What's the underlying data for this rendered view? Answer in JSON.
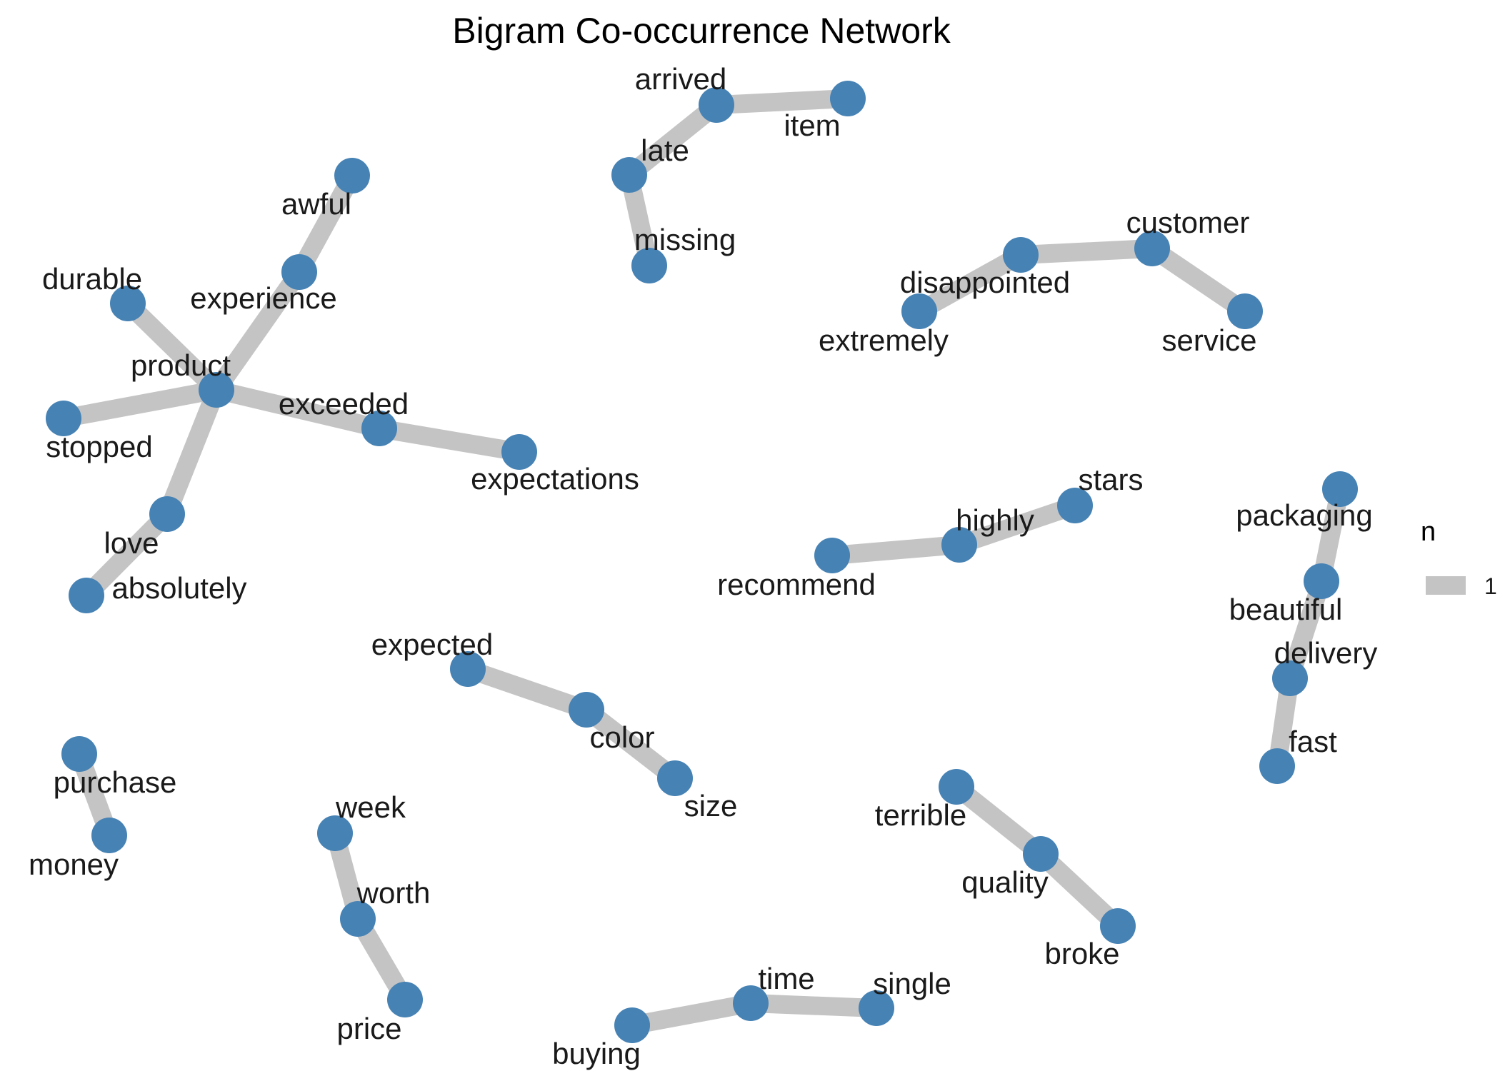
{
  "title": "Bigram Co-occurrence Network",
  "colors": {
    "node": "#4682B4",
    "edge": "#C4C4C4",
    "text": "#1a1a1a"
  },
  "legend": {
    "title": "n",
    "items": [
      {
        "label": "1"
      }
    ]
  },
  "nodes": [
    {
      "id": "arrived",
      "label": "arrived"
    },
    {
      "id": "item",
      "label": "item"
    },
    {
      "id": "late",
      "label": "late"
    },
    {
      "id": "missing",
      "label": "missing"
    },
    {
      "id": "awful",
      "label": "awful"
    },
    {
      "id": "experience",
      "label": "experience"
    },
    {
      "id": "durable",
      "label": "durable"
    },
    {
      "id": "product",
      "label": "product"
    },
    {
      "id": "stopped",
      "label": "stopped"
    },
    {
      "id": "exceeded",
      "label": "exceeded"
    },
    {
      "id": "expectations",
      "label": "expectations"
    },
    {
      "id": "love",
      "label": "love"
    },
    {
      "id": "absolutely",
      "label": "absolutely"
    },
    {
      "id": "customer",
      "label": "customer"
    },
    {
      "id": "disappointed",
      "label": "disappointed"
    },
    {
      "id": "extremely",
      "label": "extremely"
    },
    {
      "id": "service",
      "label": "service"
    },
    {
      "id": "stars",
      "label": "stars"
    },
    {
      "id": "highly",
      "label": "highly"
    },
    {
      "id": "recommend",
      "label": "recommend"
    },
    {
      "id": "packaging",
      "label": "packaging"
    },
    {
      "id": "beautiful",
      "label": "beautiful"
    },
    {
      "id": "delivery",
      "label": "delivery"
    },
    {
      "id": "fast",
      "label": "fast"
    },
    {
      "id": "expected",
      "label": "expected"
    },
    {
      "id": "color",
      "label": "color"
    },
    {
      "id": "size",
      "label": "size"
    },
    {
      "id": "purchase",
      "label": "purchase"
    },
    {
      "id": "money",
      "label": "money"
    },
    {
      "id": "week",
      "label": "week"
    },
    {
      "id": "worth",
      "label": "worth"
    },
    {
      "id": "price",
      "label": "price"
    },
    {
      "id": "terrible",
      "label": "terrible"
    },
    {
      "id": "quality",
      "label": "quality"
    },
    {
      "id": "broke",
      "label": "broke"
    },
    {
      "id": "buying",
      "label": "buying"
    },
    {
      "id": "time",
      "label": "time"
    },
    {
      "id": "single",
      "label": "single"
    }
  ],
  "edges": [
    {
      "from": "late",
      "to": "arrived",
      "n": 1
    },
    {
      "from": "arrived",
      "to": "item",
      "n": 1
    },
    {
      "from": "missing",
      "to": "late",
      "n": 1
    },
    {
      "from": "awful",
      "to": "experience",
      "n": 1
    },
    {
      "from": "experience",
      "to": "product",
      "n": 1
    },
    {
      "from": "durable",
      "to": "product",
      "n": 1
    },
    {
      "from": "product",
      "to": "stopped",
      "n": 1
    },
    {
      "from": "product",
      "to": "exceeded",
      "n": 1
    },
    {
      "from": "exceeded",
      "to": "expectations",
      "n": 1
    },
    {
      "from": "love",
      "to": "product",
      "n": 1
    },
    {
      "from": "absolutely",
      "to": "love",
      "n": 1
    },
    {
      "from": "extremely",
      "to": "disappointed",
      "n": 1
    },
    {
      "from": "disappointed",
      "to": "customer",
      "n": 1
    },
    {
      "from": "customer",
      "to": "service",
      "n": 1
    },
    {
      "from": "recommend",
      "to": "highly",
      "n": 1
    },
    {
      "from": "highly",
      "to": "stars",
      "n": 1
    },
    {
      "from": "packaging",
      "to": "beautiful",
      "n": 1
    },
    {
      "from": "beautiful",
      "to": "delivery",
      "n": 1
    },
    {
      "from": "delivery",
      "to": "fast",
      "n": 1
    },
    {
      "from": "expected",
      "to": "color",
      "n": 1
    },
    {
      "from": "color",
      "to": "size",
      "n": 1
    },
    {
      "from": "purchase",
      "to": "money",
      "n": 1
    },
    {
      "from": "week",
      "to": "worth",
      "n": 1
    },
    {
      "from": "worth",
      "to": "price",
      "n": 1
    },
    {
      "from": "terrible",
      "to": "quality",
      "n": 1
    },
    {
      "from": "quality",
      "to": "broke",
      "n": 1
    },
    {
      "from": "buying",
      "to": "time",
      "n": 1
    },
    {
      "from": "time",
      "to": "single",
      "n": 1
    }
  ]
}
